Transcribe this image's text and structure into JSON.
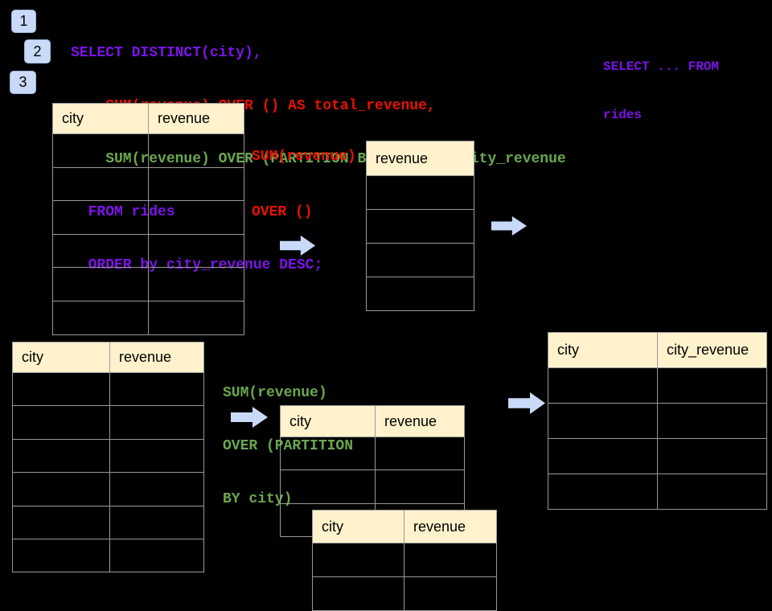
{
  "palette": {
    "background": "#000000",
    "cream": "#FFF2CC",
    "blue": "#C9DAF8",
    "border": "#999999",
    "purple": "#7B13E8",
    "red": "#E81200",
    "green": "#6AA84F"
  },
  "step_badges": [
    {
      "label": "1"
    },
    {
      "label": "2"
    },
    {
      "label": "3"
    }
  ],
  "sql": {
    "lines": [
      {
        "text": "SELECT DISTINCT(city),",
        "color": "#7B13E8"
      },
      {
        "text": "    SUM(revenue) OVER () AS total_revenue,",
        "color": "#E81200"
      },
      {
        "text": "    SUM(revenue) OVER (PARTITION BY city) as city_revenue",
        "color": "#6AA84F"
      },
      {
        "text": "  FROM rides",
        "color": "#7B13E8"
      },
      {
        "text": "  ORDER by city_revenue DESC;",
        "color": "#7B13E8"
      }
    ]
  },
  "snippet": {
    "color": "#7B13E8",
    "lines": [
      "SELECT ... FROM",
      "rides"
    ]
  },
  "labels": {
    "total": {
      "color": "#E81200",
      "lines": [
        "SUM(revenue)",
        "OVER ()"
      ]
    },
    "partition": {
      "color": "#6AA84F",
      "lines": [
        "SUM(revenue)",
        "OVER (PARTITION",
        "BY city)"
      ]
    }
  },
  "tables": {
    "source_top": {
      "headers": [
        "city",
        "revenue"
      ],
      "body_rows": 6
    },
    "total_result": {
      "headers": [
        "revenue"
      ],
      "body_rows": 4
    },
    "source_bottom": {
      "headers": [
        "city",
        "revenue"
      ],
      "body_rows": 6
    },
    "partition_input": {
      "headers": [
        "city",
        "revenue"
      ],
      "body_rows": 3
    },
    "partition_input_overlay": {
      "headers": [
        "city",
        "revenue"
      ],
      "body_rows": 2
    },
    "partition_result": {
      "headers": [
        "city",
        "city_revenue"
      ],
      "body_rows": 4
    }
  }
}
